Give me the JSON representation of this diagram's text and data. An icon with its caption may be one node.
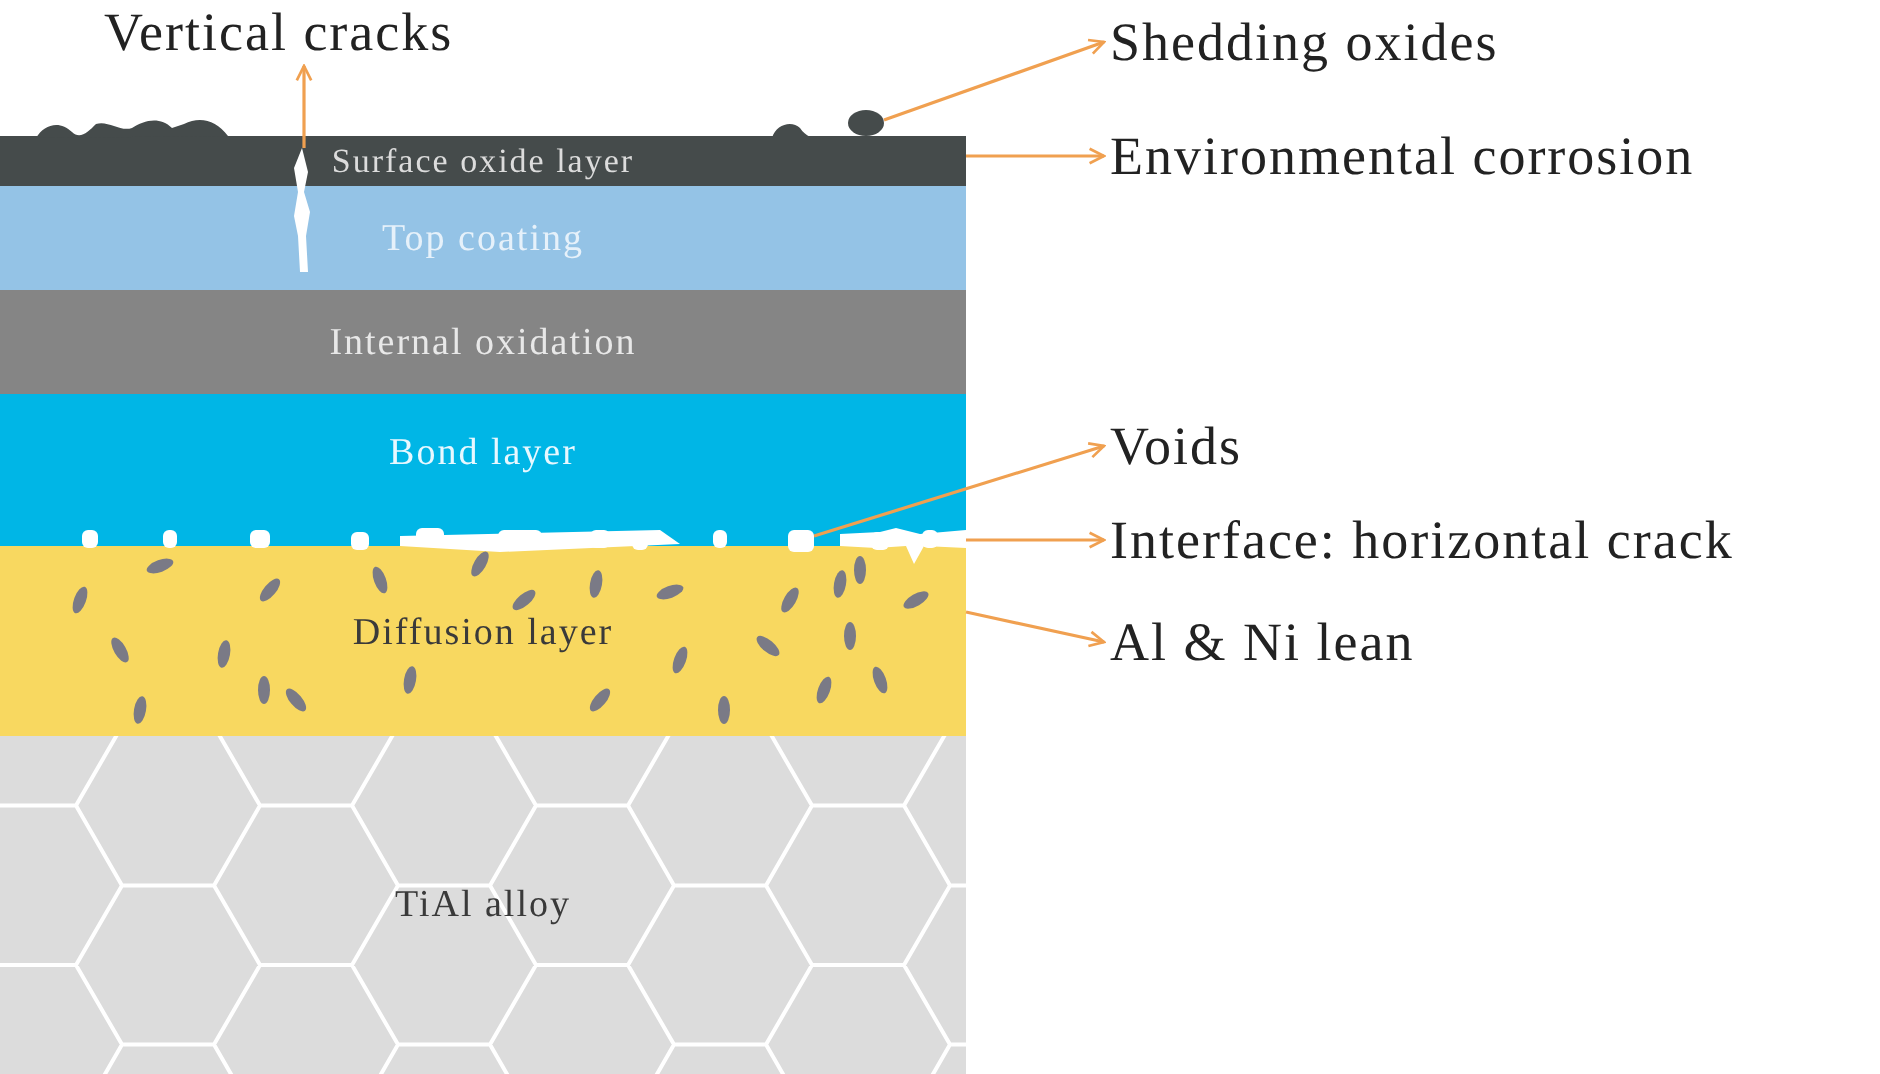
{
  "diagram": {
    "nodes": [
      {
        "text": [
          "Surface oxide layer"
        ]
      },
      {
        "text": [
          "Top coating"
        ]
      },
      {
        "text": [
          "Internal oxidation"
        ]
      },
      {
        "text": [
          "Bond layer"
        ]
      },
      {
        "text": [
          "Diffusion layer"
        ]
      },
      {
        "text": [
          "TiAl alloy"
        ]
      },
      {
        "text": [
          "Vertical cracks"
        ]
      },
      {
        "text": [
          "Shedding oxides"
        ]
      },
      {
        "text": [
          "Environmental corrosion"
        ]
      },
      {
        "text": [
          "Voids"
        ]
      },
      {
        "text": [
          "Interface: horizontal crack"
        ]
      },
      {
        "text": [
          "Al & Ni lean"
        ]
      },
      {
        "text": [],
        "shape": "picture"
      },
      {
        "text": [],
        "shape": "circle"
      },
      {
        "text": [],
        "shape": "box"
      },
      {
        "text": [],
        "shape": "picture"
      }
    ],
    "edges": [
      {
        "from": 12,
        "to": 6,
        "arrow": "to"
      },
      {
        "from": 13,
        "to": 7,
        "arrow": "to"
      },
      {
        "from": 0,
        "to": 8,
        "arrow": "to"
      },
      {
        "from": 14,
        "to": 9,
        "arrow": "to"
      },
      {
        "from": 15,
        "to": 10,
        "arrow": "to"
      },
      {
        "from": 4,
        "to": 11,
        "arrow": "to"
      }
    ]
  }
}
